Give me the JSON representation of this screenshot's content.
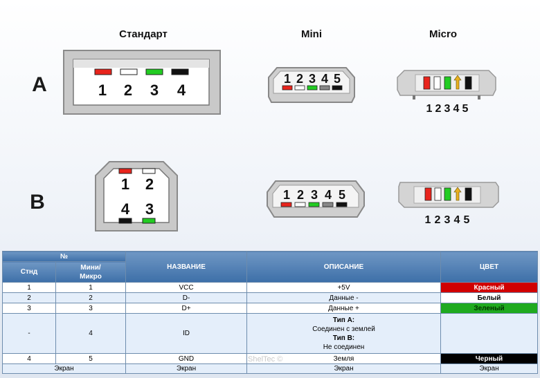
{
  "headers": {
    "standard": "Стандарт",
    "mini": "Mini",
    "micro": "Micro"
  },
  "rows": {
    "a": "A",
    "b": "B"
  },
  "pins": {
    "p1": "1",
    "p2": "2",
    "p3": "3",
    "p4": "4",
    "p5": "5"
  },
  "colors": {
    "red": "#e8241c",
    "white": "#ffffff",
    "green": "#22cc22",
    "black": "#111111"
  },
  "table": {
    "header": {
      "no": "№",
      "std": "Стнд",
      "mini_micro": "Мини/\nМикро",
      "name": "НАЗВАНИЕ",
      "desc": "ОПИСАНИЕ",
      "color": "ЦВЕТ"
    },
    "rows": [
      {
        "std": "1",
        "mini": "1",
        "name": "VCC",
        "desc": "+5V",
        "color": "Красный"
      },
      {
        "std": "2",
        "mini": "2",
        "name": "D-",
        "desc": "Данные -",
        "color": "Белый"
      },
      {
        "std": "3",
        "mini": "3",
        "name": "D+",
        "desc": "Данные +",
        "color": "Зеленый"
      },
      {
        "std": "-",
        "mini": "4",
        "name": "ID",
        "desc1": "Тип A:",
        "desc2": "Соединен с землей",
        "desc3": "Тип B:",
        "desc4": "Не соединен",
        "color": ""
      },
      {
        "std": "4",
        "mini": "5",
        "name": "GND",
        "desc": "Земля",
        "color": "Черный"
      },
      {
        "std_mini": "Экран",
        "name": "Экран",
        "desc": "Экран",
        "color": "Экран"
      }
    ]
  },
  "watermark": "ShelTec ©"
}
